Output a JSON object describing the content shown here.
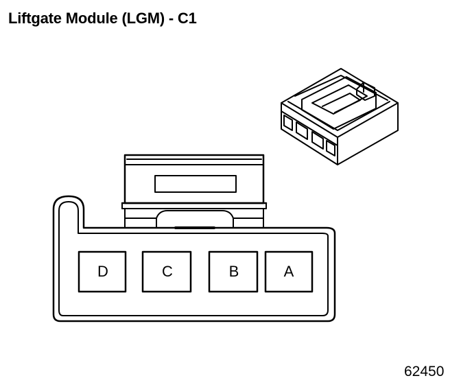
{
  "title": "Liftgate Module (LGM) - C1",
  "figure_number": "62450",
  "pins": [
    {
      "id": "D",
      "label": "D"
    },
    {
      "id": "C",
      "label": "C"
    },
    {
      "id": "B",
      "label": "B"
    },
    {
      "id": "A",
      "label": "A"
    }
  ]
}
